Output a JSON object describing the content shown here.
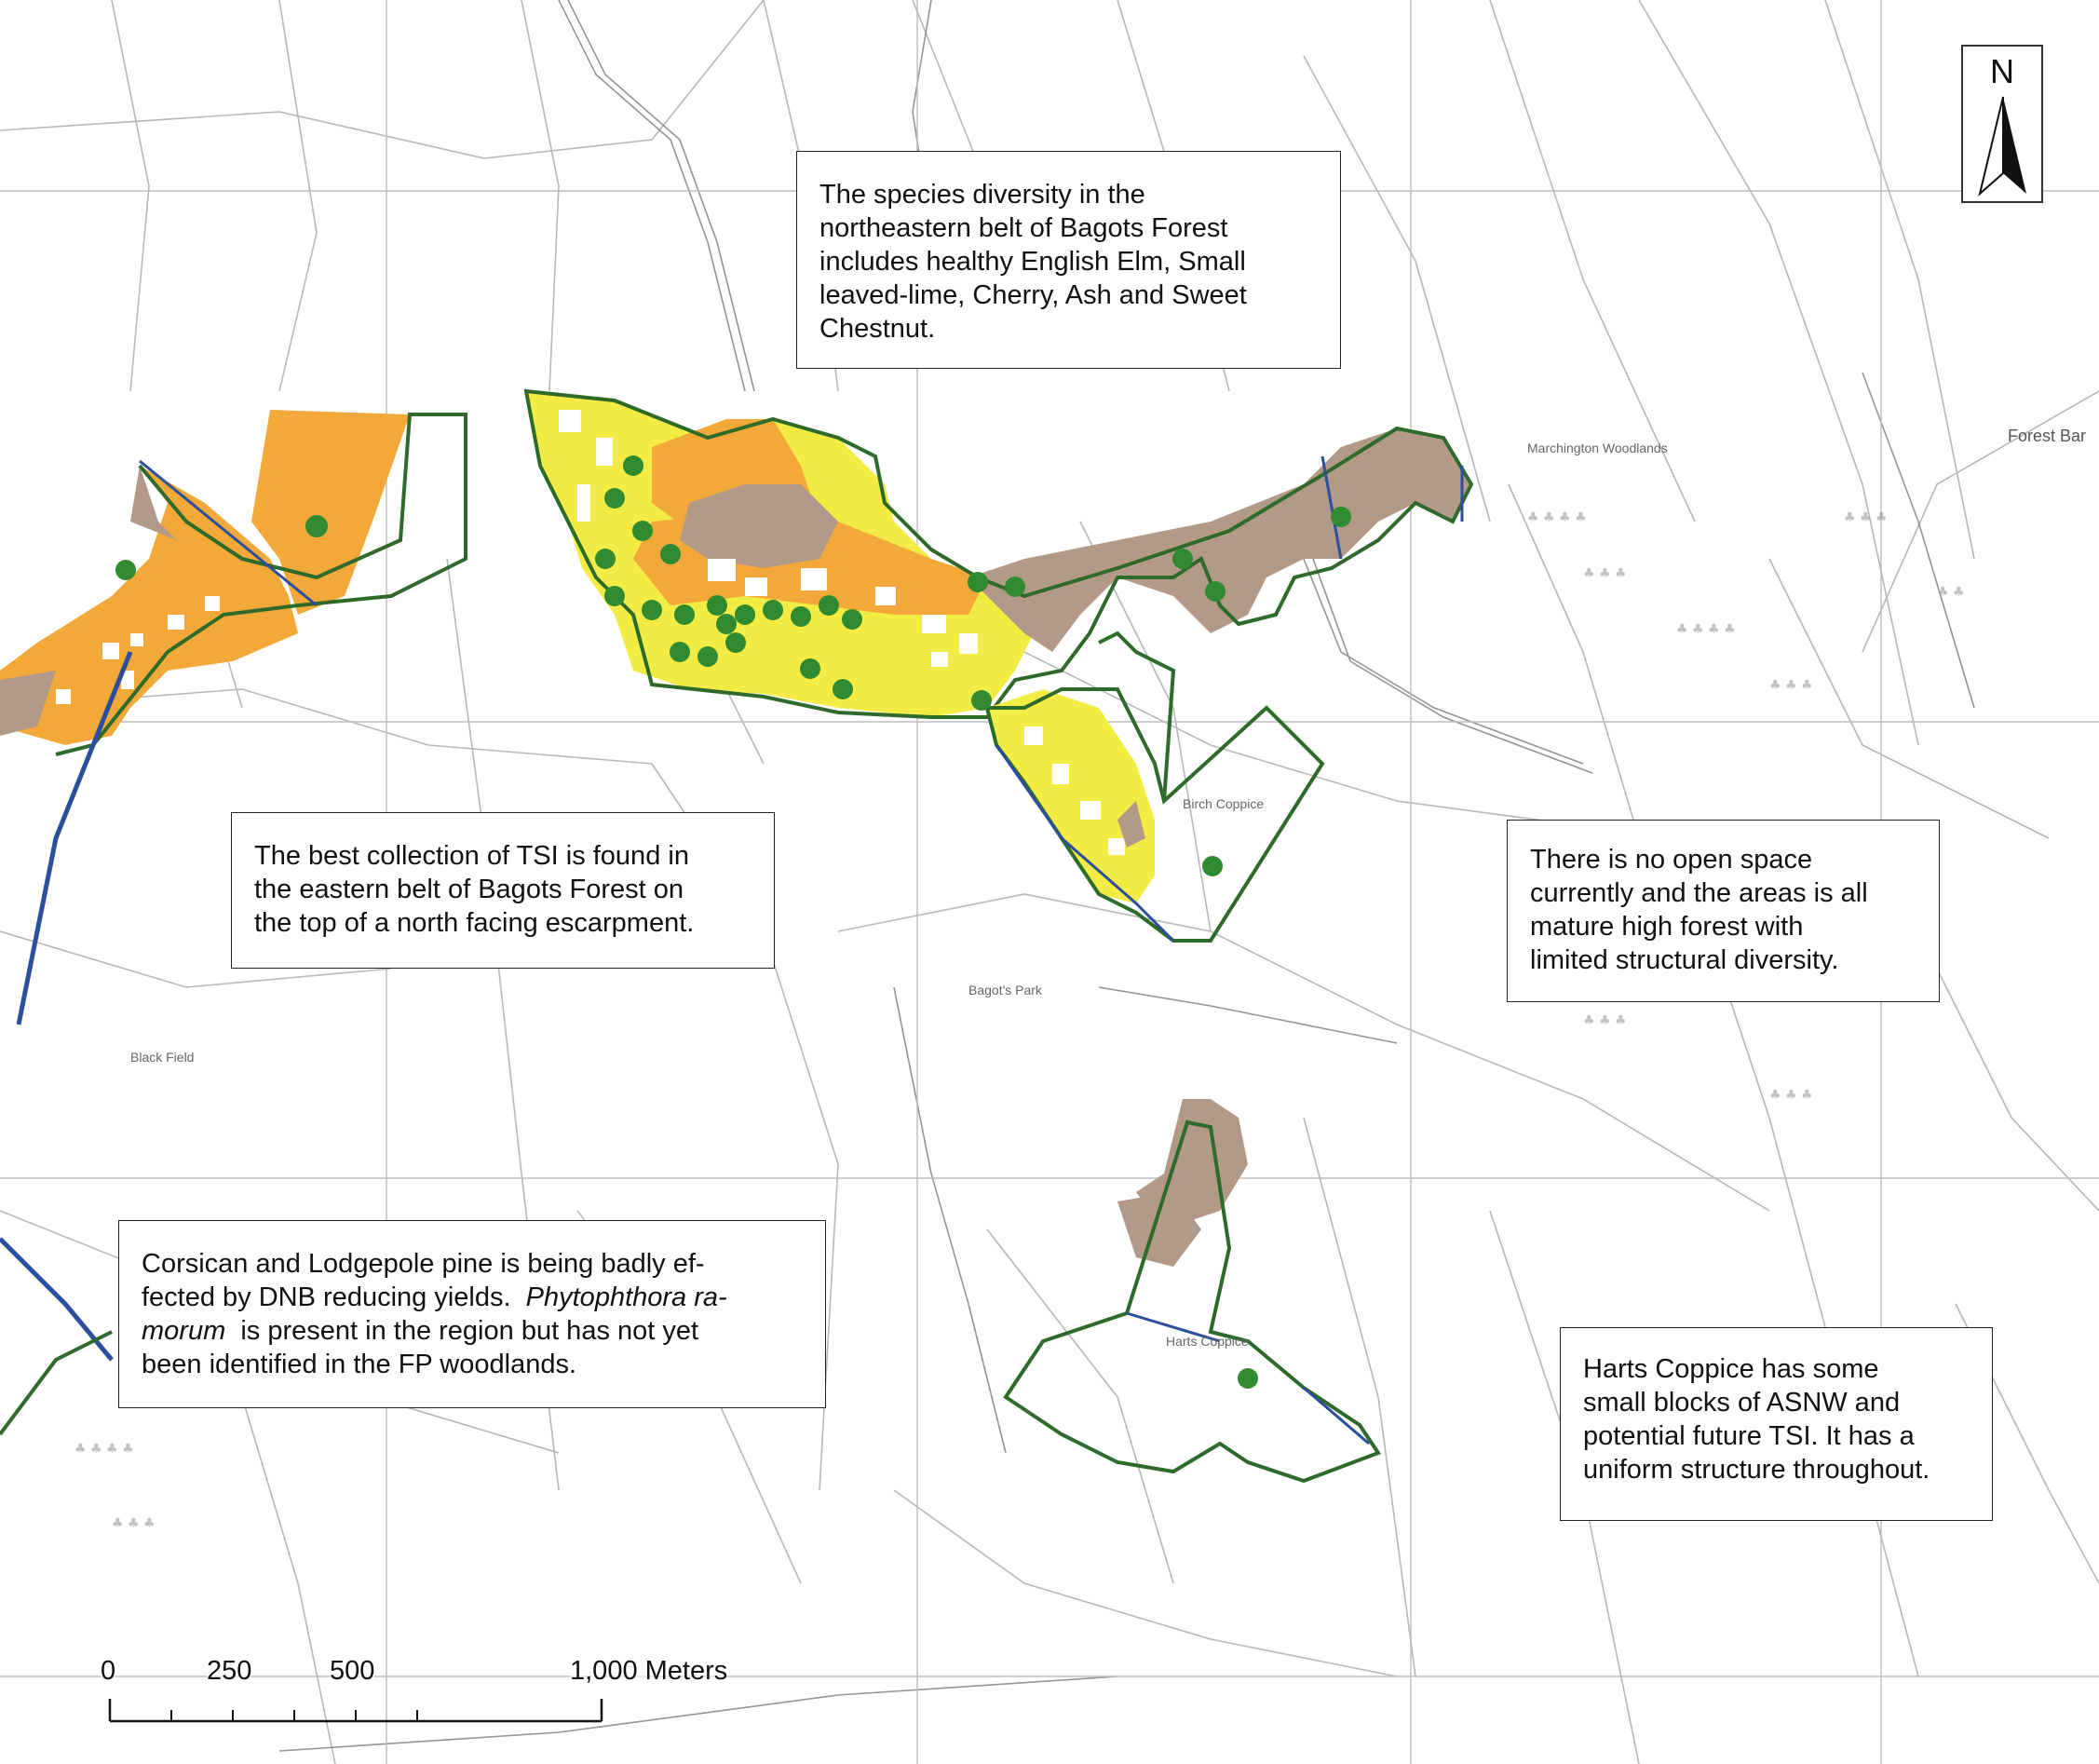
{
  "map": {
    "colors": {
      "background": "#ffffff",
      "grid": "#bdbdbd",
      "boundary": "#2e6b2a",
      "stream": "#2b4f9c",
      "orange": "#f3a93a",
      "yellow": "#f2ec45",
      "brown": "#b39a88",
      "tree": "#2f8a30"
    },
    "place_labels": [
      "Black Field",
      "Bagot's Park",
      "Birch Coppice",
      "Forest Bar",
      "Harts Coppice",
      "Marchington Woodlands"
    ],
    "callouts": {
      "species": {
        "lines": [
          "The species diversity in the",
          "northeastern belt of Bagots Forest",
          "includes healthy English Elm, Small",
          "leaved-lime, Cherry, Ash and Sweet",
          "Chestnut."
        ]
      },
      "tsi": {
        "lines": [
          "The best collection of TSI is found in",
          "the eastern belt of Bagots Forest on",
          "the top of a north facing escarpment."
        ]
      },
      "open_space": {
        "lines": [
          "There is no open space",
          "currently and the areas is all",
          "mature high forest with",
          "limited structural diversity."
        ]
      },
      "pine": {
        "line1": "Corsican and Lodgepole pine is being badly ef-",
        "line2": "fected by DNB reducing yields.",
        "line2_italic": "Phytophthora ra-",
        "line3_italic": "morum",
        "line3": "is present in the region but has not yet",
        "line4": "been identified in the FP woodlands."
      },
      "harts": {
        "lines": [
          "Harts Coppice has some",
          "small blocks of ASNW and",
          "potential future TSI.  It has a",
          "uniform structure throughout."
        ]
      }
    },
    "north_arrow": {
      "letter": "N"
    },
    "scale_bar": {
      "labels": [
        "0",
        "250",
        "500",
        "1,000 Meters"
      ]
    }
  }
}
